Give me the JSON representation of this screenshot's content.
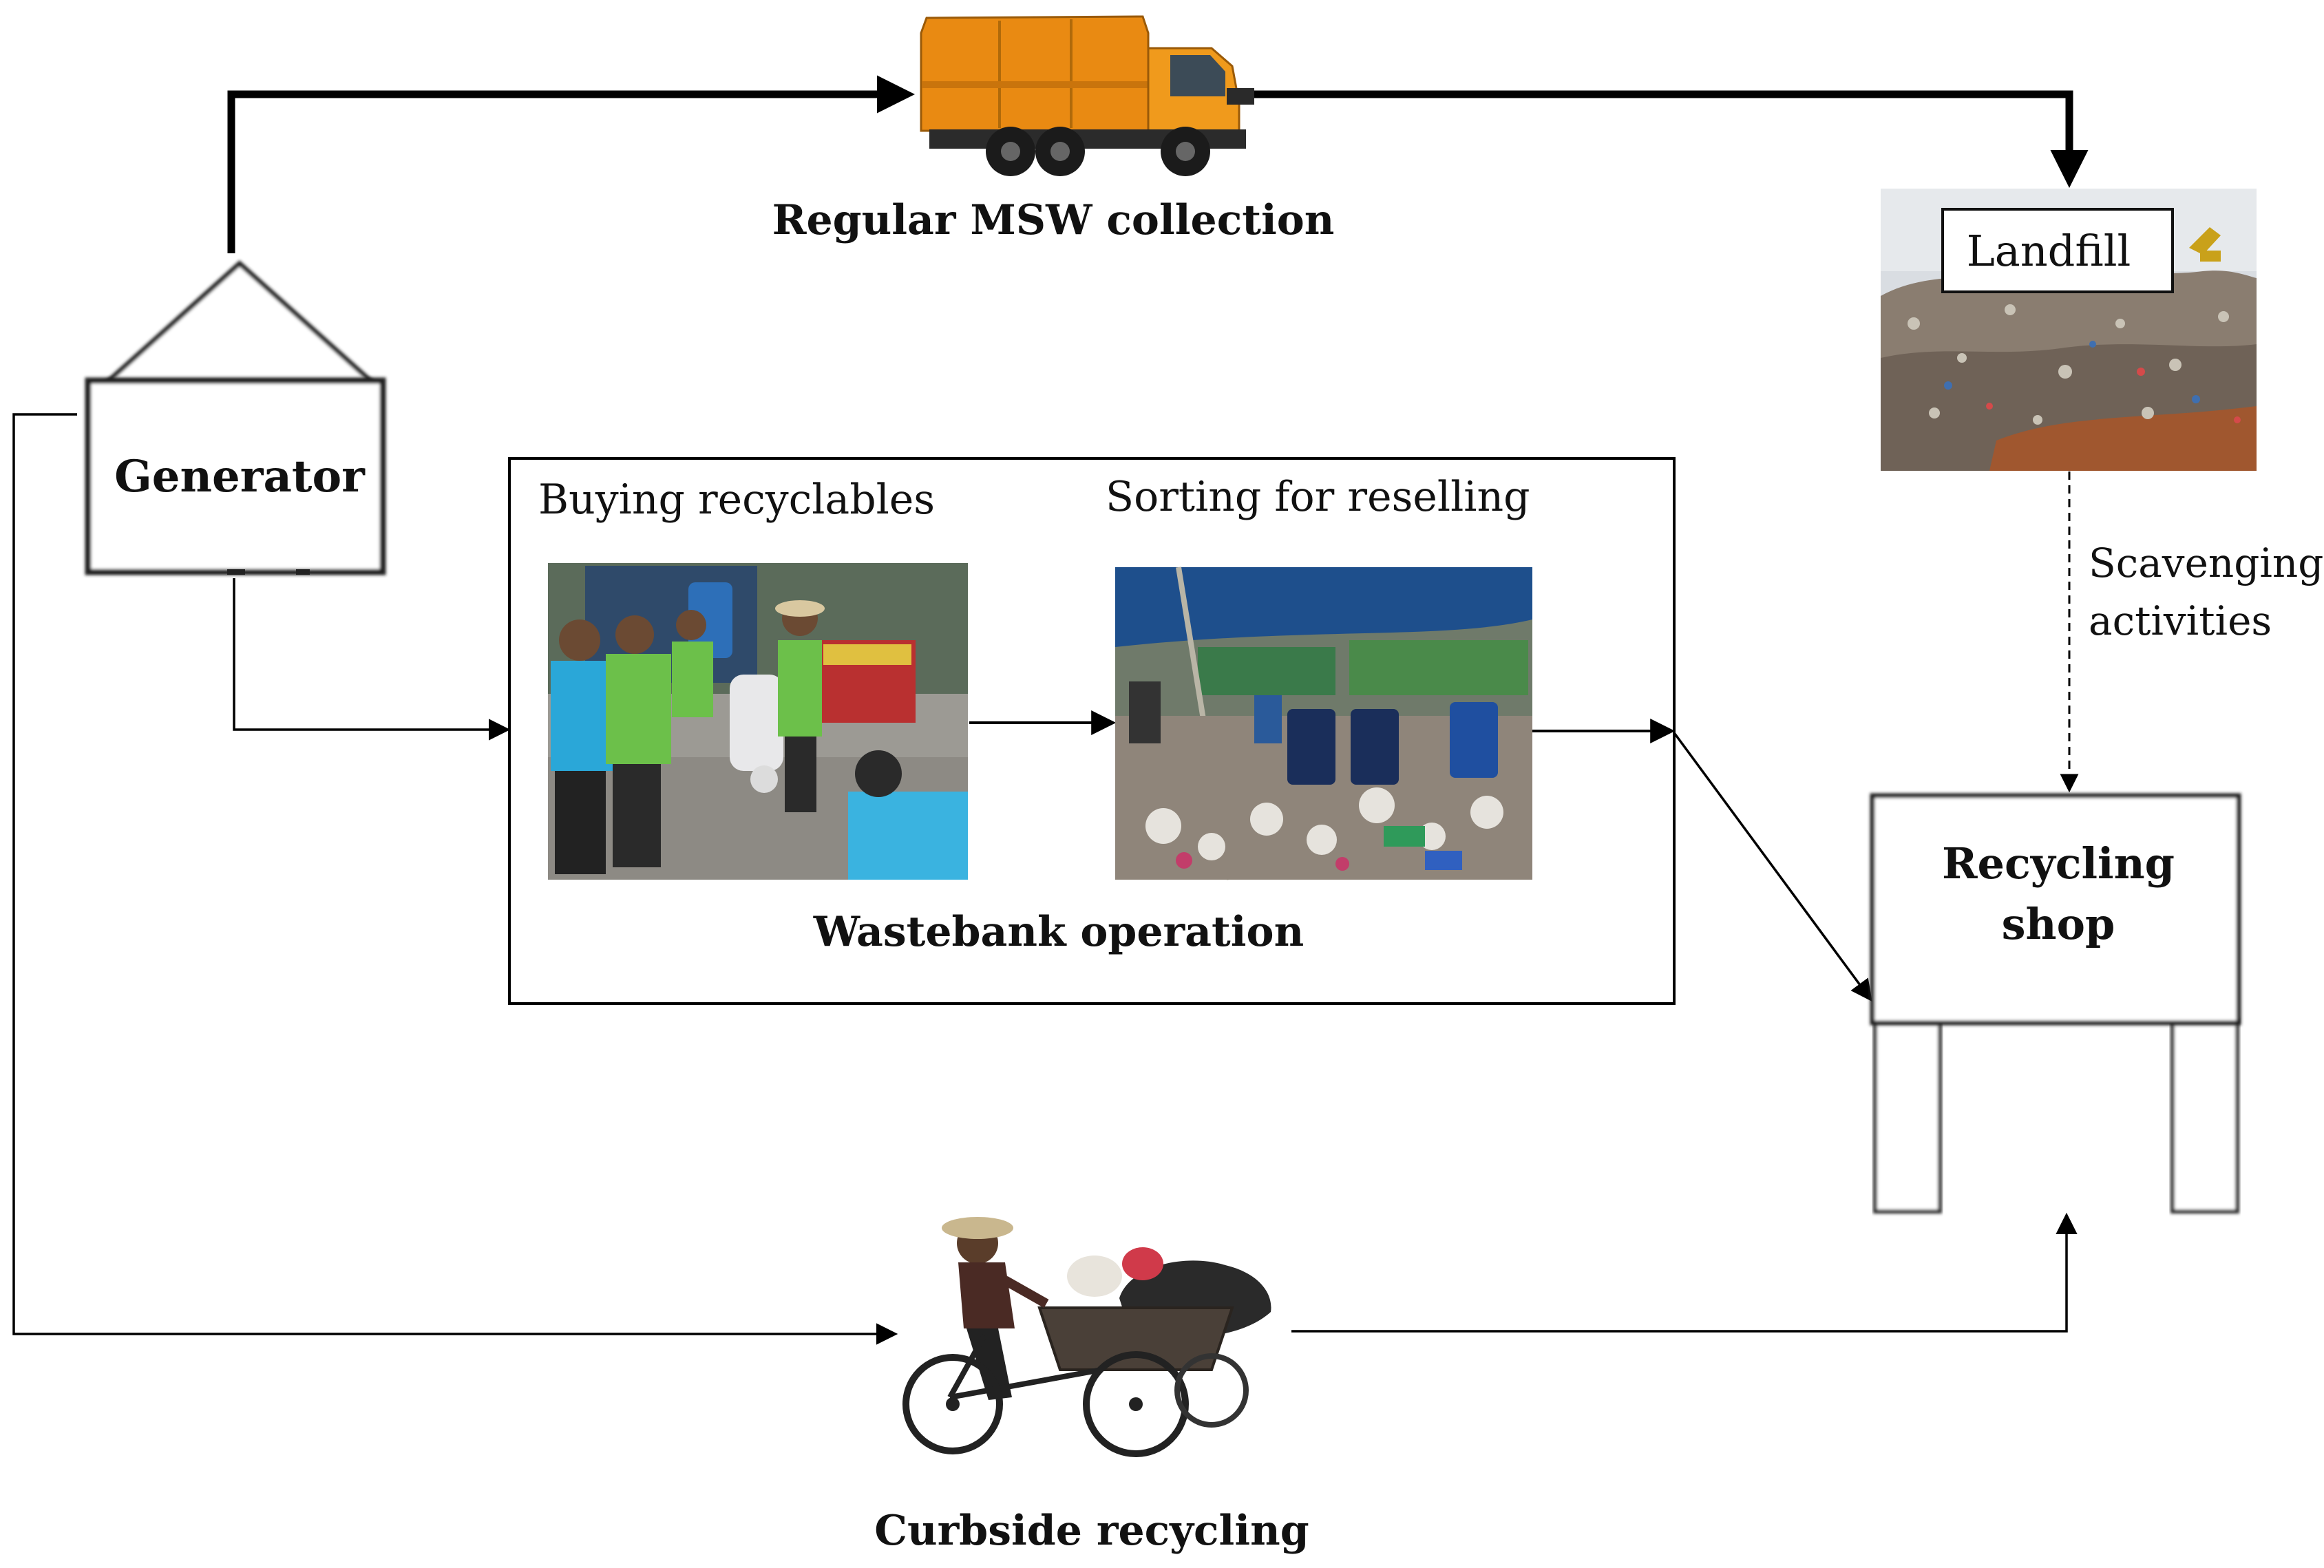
{
  "diagram": {
    "generator_label": "Generator",
    "regular_collection_label": "Regular MSW collection",
    "landfill_label": "Landfill",
    "scavenging_line1": "Scavenging",
    "scavenging_line2": "activities",
    "buying_label": "Buying recyclables",
    "sorting_label": "Sorting for reselling",
    "wastebank_label": "Wastebank operation",
    "recycling_shop_line1": "Recycling",
    "recycling_shop_line2": "shop",
    "curbside_label": "Curbside recycling"
  },
  "colors": {
    "truck_body": "#e98a12",
    "tarp_blue": "#1e4f8c",
    "worker_green": "#6cc04a",
    "worker_cyan": "#2aa7d8",
    "landfill_sky": "#d9dde2",
    "landfill_ground": "#a0572f"
  }
}
